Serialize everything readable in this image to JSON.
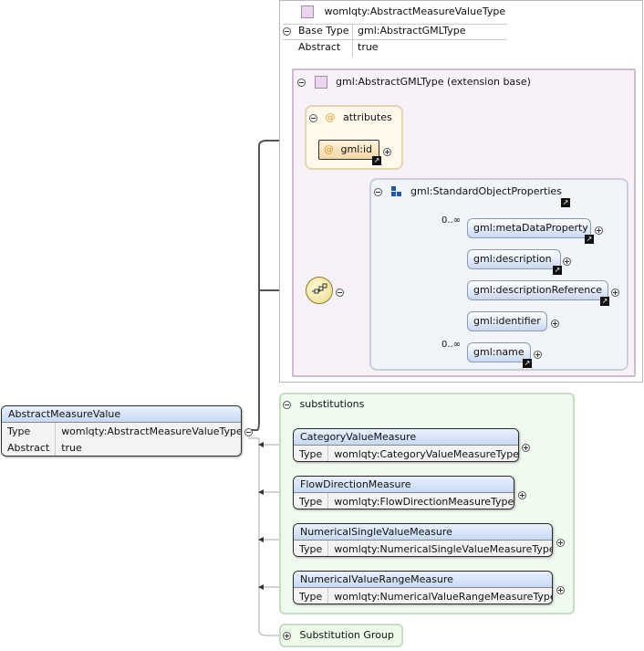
{
  "complex_type": {
    "name": "womlqty:AbstractMeasureValueType",
    "properties": [
      {
        "key": "Base Type",
        "value": "gml:AbstractGMLType"
      },
      {
        "key": "Abstract",
        "value": "true"
      }
    ]
  },
  "extension": {
    "label": "gml:AbstractGMLType (extension base)",
    "attributes_label": "attributes",
    "attribute": "gml:id"
  },
  "group": {
    "name": "gml:StandardObjectProperties",
    "elements": [
      {
        "name": "gml:metaDataProperty",
        "occurs": "0..∞"
      },
      {
        "name": "gml:description",
        "occurs": ""
      },
      {
        "name": "gml:descriptionReference",
        "occurs": ""
      },
      {
        "name": "gml:identifier",
        "occurs": ""
      },
      {
        "name": "gml:name",
        "occurs": "0..∞"
      }
    ]
  },
  "element": {
    "name": "AbstractMeasureValue",
    "rows": [
      {
        "key": "Type",
        "value": "womlqty:AbstractMeasureValueType"
      },
      {
        "key": "Abstract",
        "value": "true"
      }
    ]
  },
  "substitutions": {
    "label": "substitutions",
    "items": [
      {
        "name": "CategoryValueMeasure",
        "key": "Type",
        "value": "womlqty:CategoryValueMeasureType"
      },
      {
        "name": "FlowDirectionMeasure",
        "key": "Type",
        "value": "womlqty:FlowDirectionMeasureType"
      },
      {
        "name": "NumericalSingleValueMeasure",
        "key": "Type",
        "value": "womlqty:NumericalSingleValueMeasureType"
      },
      {
        "name": "NumericalValueRangeMeasure",
        "key": "Type",
        "value": "womlqty:NumericalValueRangeMeasureType"
      }
    ]
  },
  "substitution_group": {
    "label": "Substitution Group"
  },
  "colors": {
    "connector": "#555555",
    "complex_type": "#f8f1f8",
    "substitutions": "#f0fbef"
  }
}
